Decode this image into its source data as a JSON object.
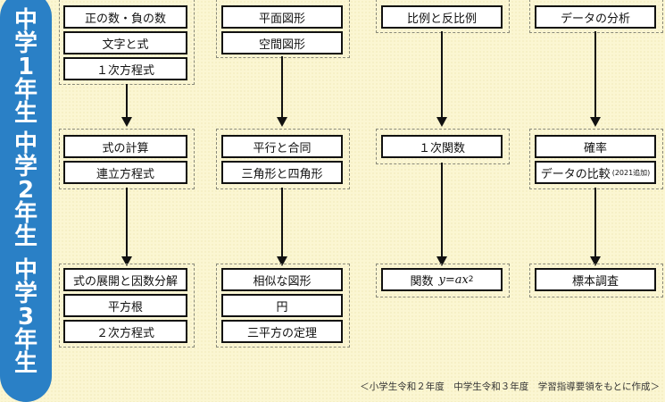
{
  "grades": [
    {
      "chars": [
        "中",
        "学",
        "1",
        "年",
        "生"
      ]
    },
    {
      "chars": [
        "中",
        "学",
        "2",
        "年",
        "生"
      ]
    },
    {
      "chars": [
        "中",
        "学",
        "3",
        "年",
        "生"
      ]
    }
  ],
  "column1": {
    "grade1": [
      "正の数・負の数",
      "文字と式",
      "１次方程式"
    ],
    "grade2": [
      "式の計算",
      "連立方程式"
    ],
    "grade3": [
      "式の展開と因数分解",
      "平方根",
      "２次方程式"
    ]
  },
  "column2": {
    "grade1": [
      "平面図形",
      "空間図形"
    ],
    "grade2": [
      "平行と合同",
      "三角形と四角形"
    ],
    "grade3": [
      "相似な図形",
      "円",
      "三平方の定理"
    ]
  },
  "column3": {
    "grade1": "比例と反比例",
    "grade2": "１次関数",
    "grade3": {
      "label": "関数",
      "formula": "y=ax",
      "exponent": "2"
    }
  },
  "column4": {
    "grade1": "データの分析",
    "grade2": [
      "確率",
      {
        "label": "データの比較",
        "note": "(2021追加)"
      }
    ],
    "grade3": "標本調査"
  },
  "footer": "＜小学生令和２年度　中学生令和３年度　学習指導要領をもとに作成＞"
}
